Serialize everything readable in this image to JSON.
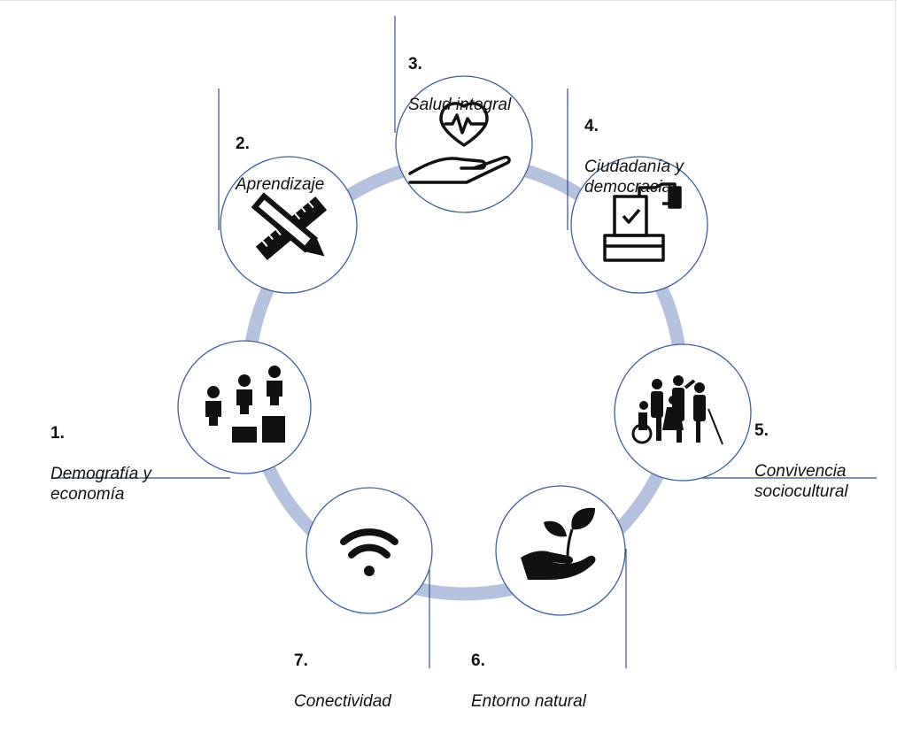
{
  "diagram": {
    "ring_color": "#b4c1df",
    "circle_border_color": "#3f5f95",
    "leader_line_color": "#2f4f8f",
    "icon_color": "#111111",
    "nodes": [
      {
        "number": "1.",
        "title": "Demografía y\neconomía",
        "icon": "people-podium-icon"
      },
      {
        "number": "2.",
        "title": "Aprendizaje",
        "icon": "ruler-pencil-icon"
      },
      {
        "number": "3.",
        "title": "Salud integral",
        "icon": "heart-in-hand-icon"
      },
      {
        "number": "4.",
        "title": "Ciudadanía y\ndemocracia",
        "icon": "ballot-box-icon"
      },
      {
        "number": "5.",
        "title": "Convivencia\nsociocultural",
        "icon": "diverse-group-icon"
      },
      {
        "number": "6.",
        "title": "Entorno natural",
        "icon": "plant-in-hand-icon"
      },
      {
        "number": "7.",
        "title": "Conectividad",
        "icon": "wifi-icon"
      }
    ]
  }
}
